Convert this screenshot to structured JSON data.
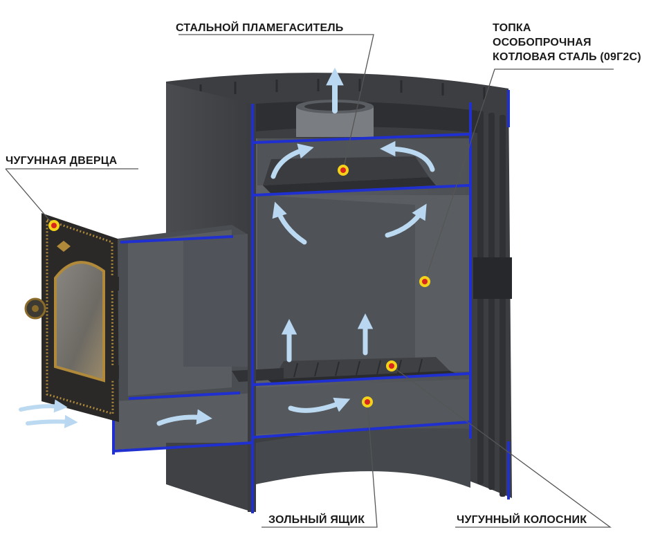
{
  "labels": {
    "flame_arrester": "СТАЛЬНОЙ ПЛАМЕГАСИТЕЛЬ",
    "firebox": [
      "ТОПКА",
      "ОСОБОПРОЧНАЯ",
      "КОТЛОВАЯ СТАЛЬ (09Г2С)"
    ],
    "cast_iron_door": "ЧУГУННАЯ ДВЕРЦА",
    "ash_box": "ЗОЛЬНЫЙ ЯЩИК",
    "cast_iron_grate": "ЧУГУННЫЙ КОЛОСНИК"
  },
  "colors": {
    "steel_dark": "#3a3c3f",
    "steel_mid": "#55585c",
    "steel_light": "#6b6e72",
    "blue_edge": "#1f2fd0",
    "marker_outer": "#f5d21a",
    "marker_inner": "#d7261e",
    "airflow": "#bcd9f2",
    "door_brass": "#b08a3a"
  }
}
